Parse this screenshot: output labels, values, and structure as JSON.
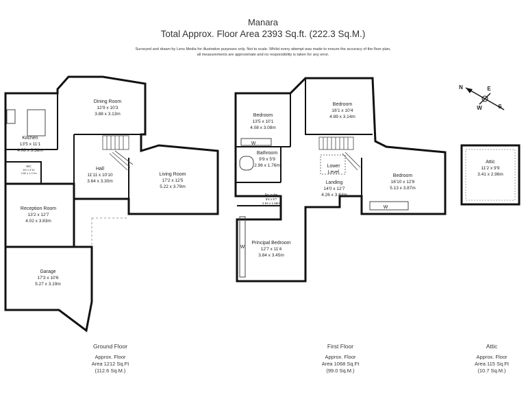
{
  "title": "Manara",
  "subtitle": "Total Approx. Floor Area 2393 Sq.ft. (222.3 Sq.M.)",
  "disclaimer_1": "Surveyed and drawn by Lens Media for illustrative purposes only. Not to scale. Whilst every attempt was made to ensure the accuracy of the floor plan,",
  "disclaimer_2": "all measurements are approximate and no responsibility is taken for any error.",
  "compass": {
    "n": "N",
    "e": "E",
    "w": "W",
    "s": "S"
  },
  "wardrobe_mark": "W",
  "rooms": {
    "kitchen": {
      "name": "Kitchen",
      "imp": "13'5 x 11'1",
      "met": "4.08 x 3.38m"
    },
    "dining": {
      "name": "Dining Room",
      "imp": "12'9 x 10'3",
      "met": "3.88 x 3.13m"
    },
    "wc": {
      "name": "WC",
      "imp": "8'4 x 3'10",
      "met": "2.52 x 1.17m"
    },
    "hall": {
      "name": "Hall",
      "imp": "11'11 x 10'10",
      "met": "3.64 x 3.30m"
    },
    "living": {
      "name": "Living Room",
      "imp": "17'2 x 12'5",
      "met": "5.22 x 3.79m"
    },
    "reception": {
      "name": "Reception Room",
      "imp": "13'2 x 12'7",
      "met": "4.02 x 3.83m"
    },
    "garage": {
      "name": "Garage",
      "imp": "17'3 x 10'6",
      "met": "5.27 x 3.19m"
    },
    "bedroom_a": {
      "name": "Bedroom",
      "imp": "13'5 x 10'1",
      "met": "4.08 x 3.08m"
    },
    "bedroom_b": {
      "name": "Bedroom",
      "imp": "16'1 x 10'4",
      "met": "4.89 x 3.14m"
    },
    "bathroom": {
      "name": "Bathroom",
      "imp": "9'9 x 5'9",
      "met": "2.96 x 1.76m"
    },
    "lower": {
      "line1": "Lower",
      "line2": "Level"
    },
    "landing": {
      "name": "Landing",
      "imp": "14'0 x 12'7",
      "met": "4.26 x 3.84m"
    },
    "bedroom_c": {
      "name": "Bedroom",
      "imp": "16'10 x 12'8",
      "met": "5.13 x 3.87m"
    },
    "ensuite": {
      "name": "En-suite",
      "imp": "9'8 x 5'7",
      "met": "2.94 x 1.69m"
    },
    "principal": {
      "name": "Principal Bedroom",
      "imp": "12'7 x 11'4",
      "met": "3.84 x 3.45m"
    },
    "attic": {
      "name": "Attic",
      "imp": "11'2 x 9'9",
      "met": "3.41 x 2.96m"
    }
  },
  "floors": {
    "ground": {
      "name": "Ground Floor",
      "line1": "Approx. Floor",
      "line2": "Area 1212 Sq.Ft",
      "line3": "(112.6 Sq.M.)"
    },
    "first": {
      "name": "First Floor",
      "line1": "Approx. Floor",
      "line2": "Area 1068 Sq.Ft",
      "line3": "(99.0 Sq.M.)"
    },
    "attic": {
      "name": "Attic",
      "line1": "Approx. Floor",
      "line2": "Area 115 Sq.Ft",
      "line3": "(10.7 Sq.M.)"
    }
  }
}
